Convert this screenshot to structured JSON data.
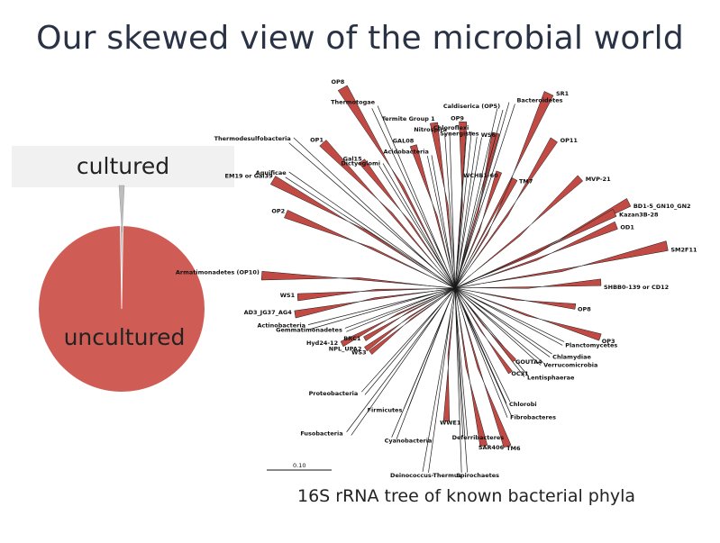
{
  "slide": {
    "title": "Our skewed view of the microbial world",
    "caption": "16S rRNA tree of known bacterial phyla"
  },
  "pie": {
    "cultured_label": "cultured",
    "uncultured_label": "uncultured",
    "colors": {
      "uncultured": "#cf5d55",
      "cultured": "#bdbdbd"
    }
  },
  "tree": {
    "scale_bar_label": "0.10",
    "colors": {
      "uncultured_wedge": "#c24a44",
      "branch": "#1a1a1a"
    },
    "leaves": [
      {
        "label": "SR1",
        "cultured": false
      },
      {
        "label": "Bacteroidetes",
        "cultured": true
      },
      {
        "label": "OP11",
        "cultured": false
      },
      {
        "label": "WS6",
        "cultured": false
      },
      {
        "label": "MVP-21",
        "cultured": false
      },
      {
        "label": "WCHB1-60",
        "cultured": false
      },
      {
        "label": "TM7",
        "cultured": false
      },
      {
        "label": "BD1-5_GN10_GN2",
        "cultured": false
      },
      {
        "label": "Kazan3B-28",
        "cultured": false
      },
      {
        "label": "OD1",
        "cultured": false
      },
      {
        "label": "SM2F11",
        "cultured": false
      },
      {
        "label": "SHBB0-139 or CD12",
        "cultured": false
      },
      {
        "label": "OP8",
        "cultured": false
      },
      {
        "label": "OP3",
        "cultured": false
      },
      {
        "label": "Planctomycetes",
        "cultured": true
      },
      {
        "label": "Chlamydiae",
        "cultured": true
      },
      {
        "label": "Verrucomicrobia",
        "cultured": true
      },
      {
        "label": "Lentisphaerae",
        "cultured": true
      },
      {
        "label": "GOUTA4",
        "cultured": false
      },
      {
        "label": "OC31",
        "cultured": false
      },
      {
        "label": "Chlorobi",
        "cultured": true
      },
      {
        "label": "Fibrobacteres",
        "cultured": true
      },
      {
        "label": "TM6",
        "cultured": false
      },
      {
        "label": "SAR406",
        "cultured": false
      },
      {
        "label": "Deferribacteres",
        "cultured": true
      },
      {
        "label": "WWE1",
        "cultured": false
      },
      {
        "label": "Spirochaetes",
        "cultured": true
      },
      {
        "label": "Deinococcus-Thermus",
        "cultured": true
      },
      {
        "label": "Firmicutes",
        "cultured": true
      },
      {
        "label": "Cyanobacteria",
        "cultured": true
      },
      {
        "label": "Fusobacteria",
        "cultured": true
      },
      {
        "label": "Proteobacteria",
        "cultured": true
      },
      {
        "label": "WS3",
        "cultured": false
      },
      {
        "label": "NPL_UPA2",
        "cultured": false
      },
      {
        "label": "BRC1",
        "cultured": false
      },
      {
        "label": "Hyd24-12",
        "cultured": false
      },
      {
        "label": "Gemmatimonadetes",
        "cultured": true
      },
      {
        "label": "Actinobacteria",
        "cultured": true
      },
      {
        "label": "AD3_JG37_AG4",
        "cultured": false
      },
      {
        "label": "WS1",
        "cultured": false
      },
      {
        "label": "Armatimonadetes (OP10)",
        "cultured": false
      },
      {
        "label": "OP2",
        "cultured": false
      },
      {
        "label": "EM19 or Gal39",
        "cultured": false
      },
      {
        "label": "Aquificae",
        "cultured": true
      },
      {
        "label": "Thermodesulfobacteria",
        "cultured": true
      },
      {
        "label": "OP1",
        "cultured": false
      },
      {
        "label": "Gal15",
        "cultured": false
      },
      {
        "label": "Dictyoglomi",
        "cultured": true
      },
      {
        "label": "OP8",
        "cultured": false
      },
      {
        "label": "Thermotogae",
        "cultured": true
      },
      {
        "label": "GAL08",
        "cultured": false
      },
      {
        "label": "Acidobacteria",
        "cultured": true
      },
      {
        "label": "Termite Group 1",
        "cultured": false
      },
      {
        "label": "Nitrospira",
        "cultured": true
      },
      {
        "label": "OP9",
        "cultured": false
      },
      {
        "label": "Chloroflexi",
        "cultured": true
      },
      {
        "label": "Synergistes",
        "cultured": true
      },
      {
        "label": "Caldiserica (OP5)",
        "cultured": true
      }
    ]
  }
}
